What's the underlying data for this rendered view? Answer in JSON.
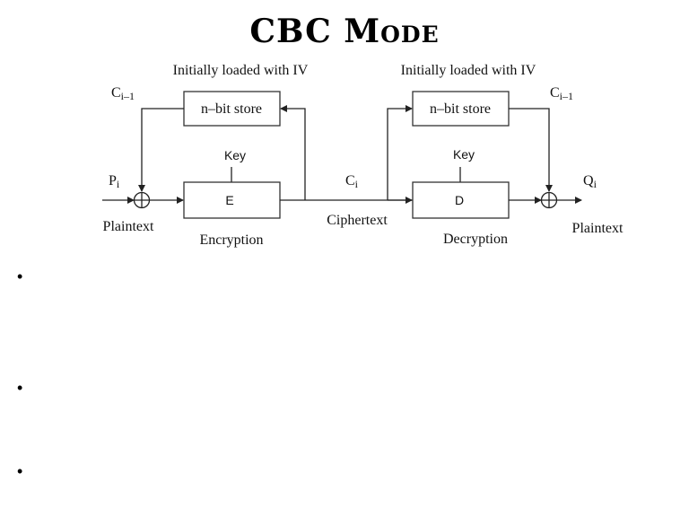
{
  "title": "CBC Mode",
  "diagram": {
    "enc_iv_note": "Initially loaded with IV",
    "dec_iv_note": "Initially loaded with IV",
    "enc_store": "n–bit store",
    "dec_store": "n–bit store",
    "enc_key": "Key",
    "dec_key": "Key",
    "enc_block": "E",
    "dec_block": "D",
    "enc_caption": "Encryption",
    "dec_caption": "Decryption",
    "input_symbol_main": "P",
    "input_symbol_sub": "i",
    "output_symbol_main": "Q",
    "output_symbol_sub": "i",
    "cipher_symbol_main": "C",
    "cipher_symbol_sub": "i",
    "prev_cipher_left_main": "C",
    "prev_cipher_left_sub": "i–1",
    "prev_cipher_right_main": "C",
    "prev_cipher_right_sub": "i–1",
    "input_label": "Plaintext",
    "output_label": "Plaintext",
    "cipher_label": "Ciphertext"
  },
  "bullets": [
    "•",
    "•",
    "•"
  ]
}
